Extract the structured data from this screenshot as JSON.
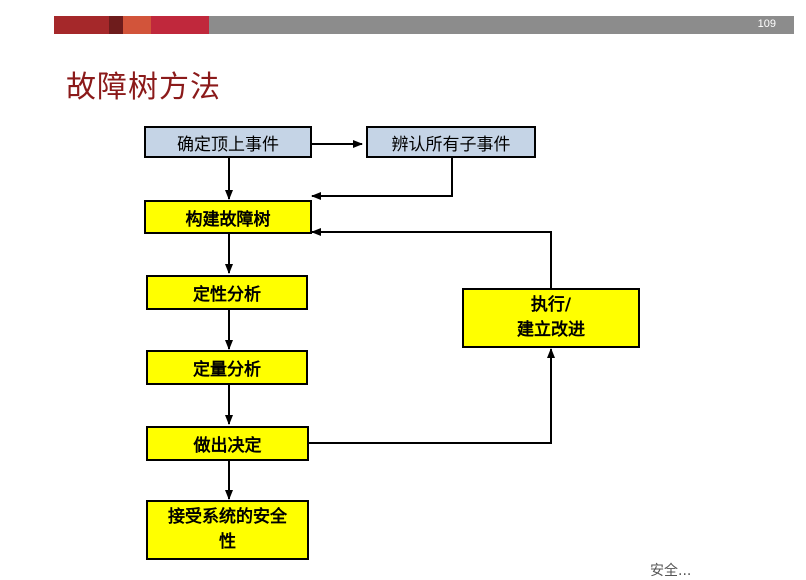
{
  "page_number": "109",
  "title": "故障树方法",
  "colors": {
    "bar_gray": "#8c8c8c",
    "bar_segments": [
      "#a5282a",
      "#6e1c1c",
      "#d2543a",
      "#c0283c"
    ],
    "title": "#8b1a1a",
    "blue_box": "#c5d4e6",
    "yellow_box": "#ffff00"
  },
  "nodes": {
    "top_event": "确定顶上事件",
    "identify_subevents": "辨认所有子事件",
    "build_tree": "构建故障树",
    "qualitative": "定性分析",
    "quantitative": "定量分析",
    "decide": "做出决定",
    "execute_line1": "执行/",
    "execute_line2": "建立改进",
    "accept_line1": "接受系统的安全",
    "accept_line2": "性"
  },
  "watermark": "安全..."
}
